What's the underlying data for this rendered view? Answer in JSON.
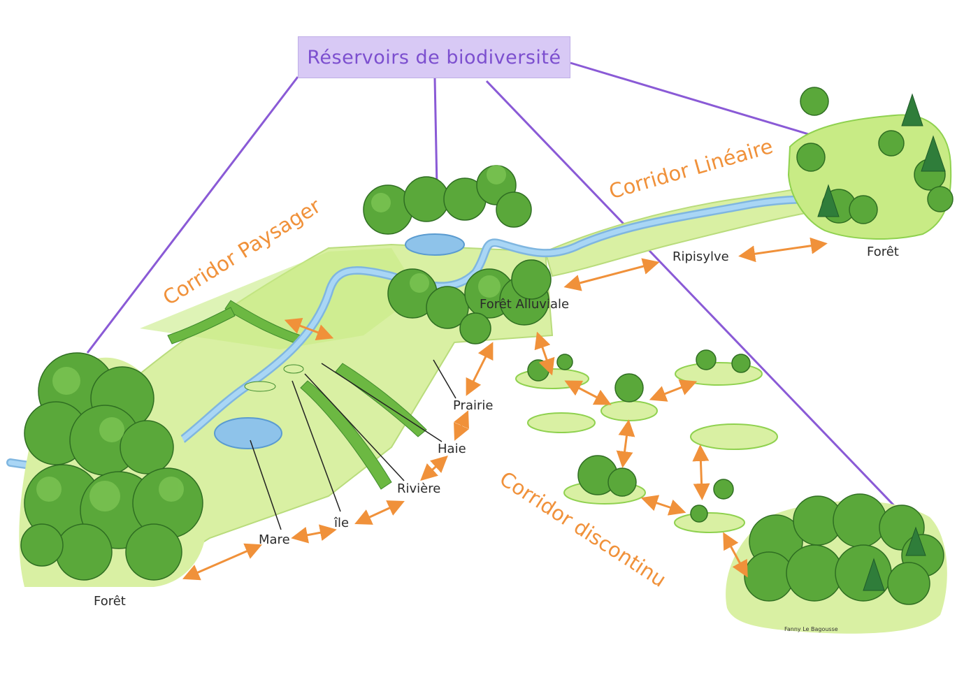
{
  "title": "Réservoirs de biodiversité",
  "corridors": {
    "paysager": "Corridor Paysager",
    "lineaire": "Corridor Linéaire",
    "discontinu": "Corridor discontinu"
  },
  "labels": {
    "foret_left": "Forêt",
    "mare": "Mare",
    "ile": "île",
    "riviere": "Rivière",
    "haie": "Haie",
    "prairie": "Prairie",
    "foret_alluviale": "Forêt Alluviale",
    "ripisylve": "Ripisylve",
    "foret_right": "Forêt"
  },
  "signature": "Fanny Le Bagousse",
  "colors": {
    "purple": "#8a5ad6",
    "orange": "#f0913a",
    "meadow": "#d9f0a3",
    "grass": "#8fd14f",
    "tree": "#5aa83a",
    "tree_dark": "#3f8a2c",
    "water": "#8ec3ea"
  }
}
